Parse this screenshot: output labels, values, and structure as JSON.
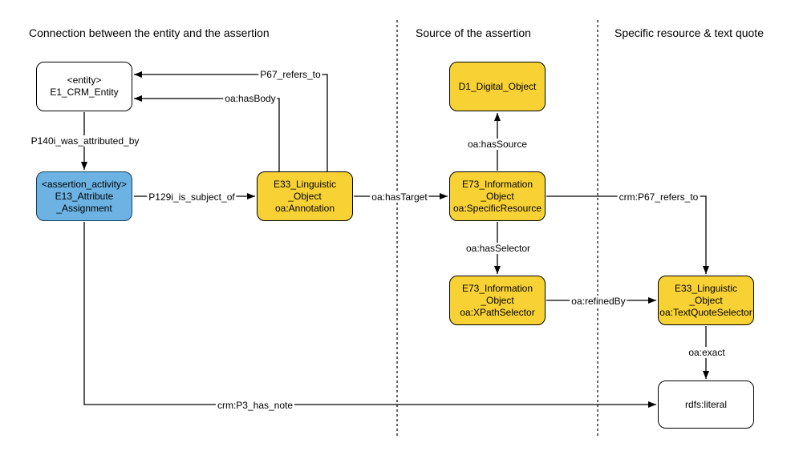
{
  "sections": {
    "left": {
      "title": "Connection between the entity and the assertion"
    },
    "middle": {
      "title": "Source of the assertion"
    },
    "right": {
      "title": "Specific resource & text quote"
    }
  },
  "colors": {
    "node_yellow": "#F8D234",
    "node_blue": "#6CB3E4",
    "node_blue_stroke": "#16425F",
    "node_white": "#FFFFFF",
    "line": "#000000"
  },
  "nodes": {
    "e1_crm_entity": {
      "lines": [
        "<entity>",
        "E1_CRM_Entity"
      ]
    },
    "e13_attr_assignment": {
      "lines": [
        "<assertion_activity>",
        "E13_Attribute",
        "_Assignment"
      ]
    },
    "e33_annotation": {
      "lines": [
        "E33_Linguistic",
        "_Object",
        "oa:Annotation"
      ]
    },
    "d1_digital_object": {
      "lines": [
        "D1_Digital_Object"
      ]
    },
    "e73_specific_resource": {
      "lines": [
        "E73_Information",
        "_Object",
        "oa:SpecificResource"
      ]
    },
    "e73_xpath_selector": {
      "lines": [
        "E73_Information",
        "_Object",
        "oa:XPathSelector"
      ]
    },
    "e33_textquote_selector": {
      "lines": [
        "E33_Linguistic",
        "_Object",
        "oa:TextQuoteSelector"
      ]
    },
    "rdfs_literal": {
      "lines": [
        "rdfs:literal"
      ]
    }
  },
  "edges": {
    "p140i_was_attributed_by": {
      "label": "P140i_was_attributed_by"
    },
    "p129i_is_subject_of": {
      "label": "P129i_is_subject_of"
    },
    "p67_refers_to": {
      "label": "P67_refers_to"
    },
    "oa_has_body": {
      "label": "oa:hasBody"
    },
    "oa_has_target": {
      "label": "oa:hasTarget"
    },
    "oa_has_source": {
      "label": "oa:hasSource"
    },
    "oa_has_selector": {
      "label": "oa:hasSelector"
    },
    "crm_p67_refers_to": {
      "label": "crm:P67_refers_to"
    },
    "oa_refined_by": {
      "label": "oa:refinedBy"
    },
    "oa_exact": {
      "label": "oa:exact"
    },
    "crm_p3_has_note": {
      "label": "crm:P3_has_note"
    }
  }
}
